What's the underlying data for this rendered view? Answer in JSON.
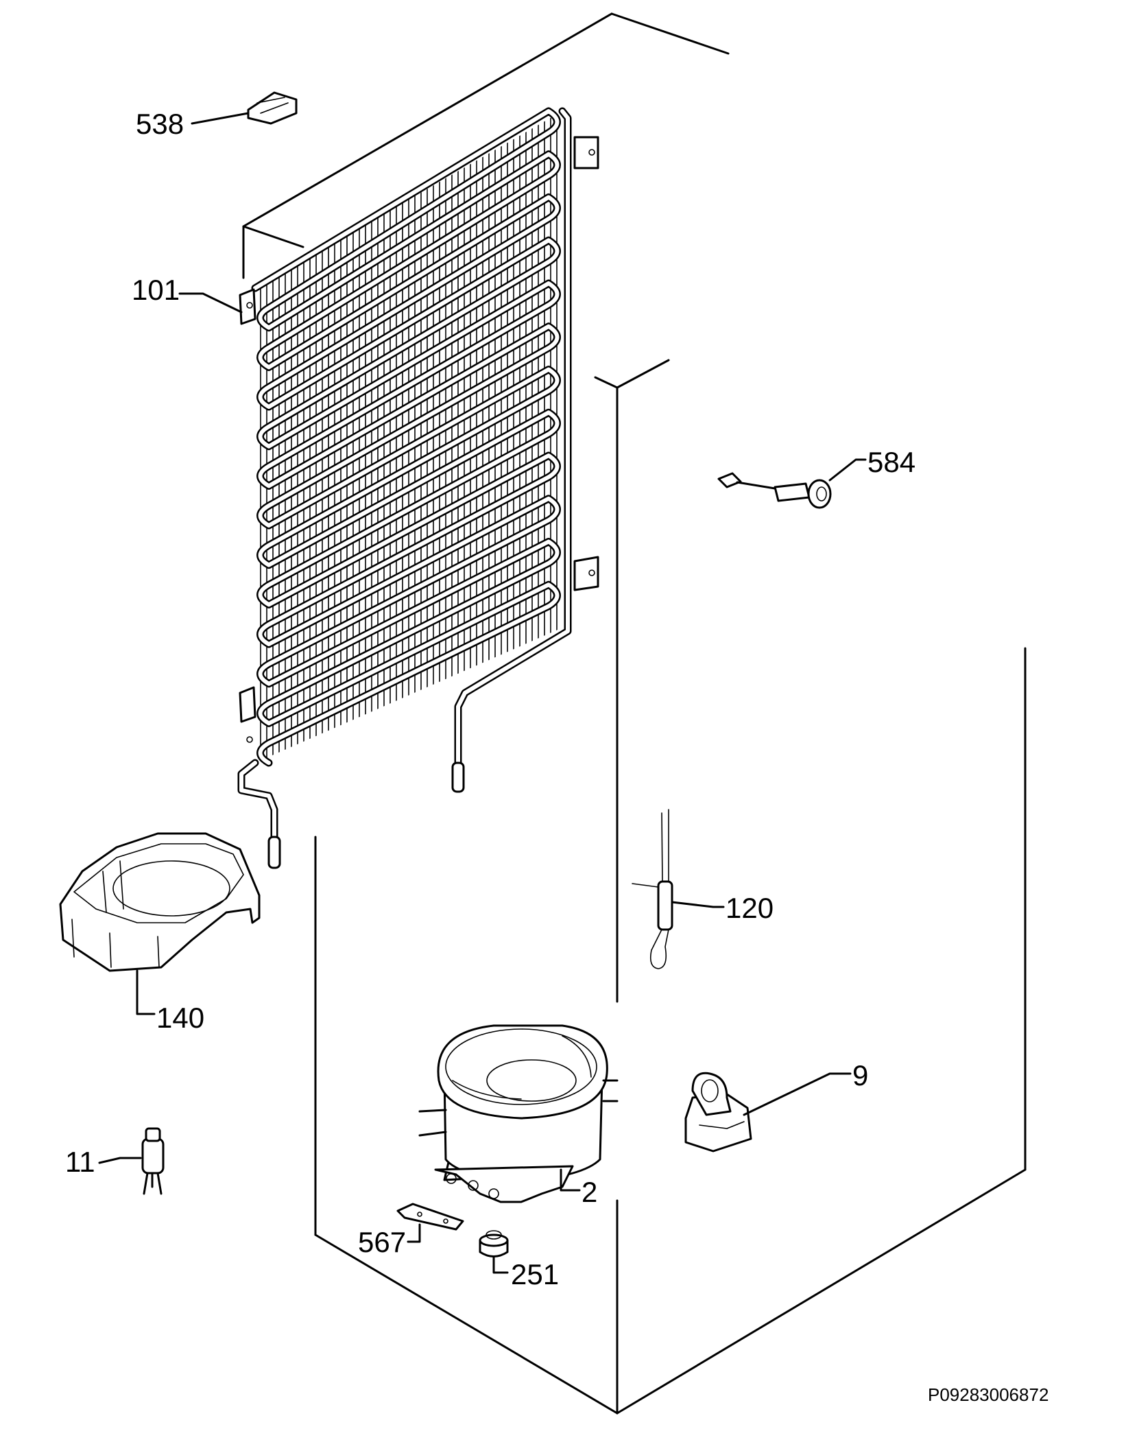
{
  "diagram": {
    "drawing_code": "P09283006872",
    "parts": [
      {
        "id": "538",
        "label": "538"
      },
      {
        "id": "101",
        "label": "101"
      },
      {
        "id": "584",
        "label": "584"
      },
      {
        "id": "140",
        "label": "140"
      },
      {
        "id": "120",
        "label": "120"
      },
      {
        "id": "9",
        "label": "9"
      },
      {
        "id": "11",
        "label": "11"
      },
      {
        "id": "2",
        "label": "2"
      },
      {
        "id": "567",
        "label": "567"
      },
      {
        "id": "251",
        "label": "251"
      }
    ]
  }
}
